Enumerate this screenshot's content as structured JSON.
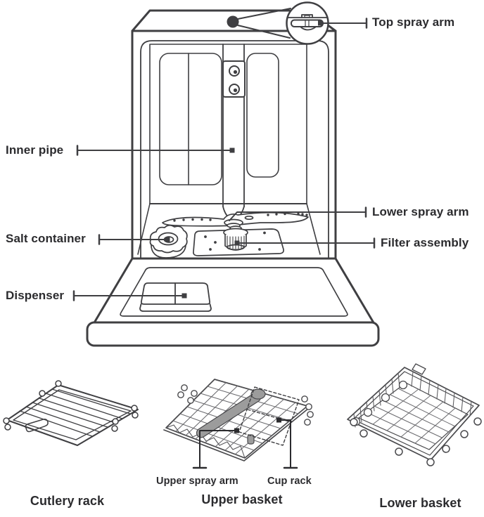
{
  "callouts": [
    {
      "id": "top-spray-arm",
      "label": "Top spray arm"
    },
    {
      "id": "inner-pipe",
      "label": "Inner pipe"
    },
    {
      "id": "salt-container",
      "label": "Salt container"
    },
    {
      "id": "dispenser",
      "label": "Dispenser"
    },
    {
      "id": "lower-spray-arm",
      "label": "Lower spray arm"
    },
    {
      "id": "filter-assembly",
      "label": "Filter assembly"
    }
  ],
  "accessories": {
    "cutlery_rack": {
      "caption": "Cutlery rack"
    },
    "upper_basket": {
      "caption": "Upper basket",
      "labels": {
        "upper_spray_arm": "Upper spray arm",
        "cup_rack": "Cup rack"
      }
    },
    "lower_basket": {
      "caption": "Lower basket"
    }
  },
  "colors": {
    "line": "#3f3f42",
    "thin_line": "#55555a",
    "text": "#2b2b2e",
    "gray_fill": "#9c9c9c",
    "background": "#ffffff"
  }
}
